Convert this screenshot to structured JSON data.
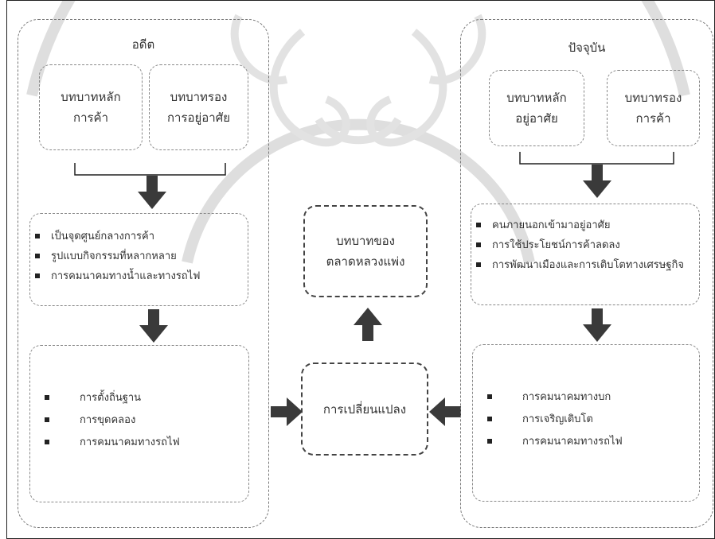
{
  "past": {
    "title": "อดีต",
    "main_role": [
      "บทบาทหลัก",
      "การค้า"
    ],
    "secondary_role": [
      "บทบาทรอง",
      "การอยู่อาศัย"
    ],
    "characteristics": [
      "เป็นจุดศูนย์กลางการค้า",
      "รูปแบบกิจกรรมที่หลากหลาย",
      "การคมนาคมทางน้ำและทางรถไฟ"
    ],
    "factors": [
      "การตั้งถิ่นฐาน",
      "การขุดคลอง",
      "การคมนาคมทางรถไฟ"
    ]
  },
  "present": {
    "title": "ปัจจุบัน",
    "main_role": [
      "บทบาทหลัก",
      "อยู่อาศัย"
    ],
    "secondary_role": [
      "บทบาทรอง",
      "การค้า"
    ],
    "characteristics": [
      "คนภายนอกเข้ามาอยู่อาศัย",
      "การใช้ประโยชน์การค้าลดลง",
      "การพัฒนาเมืองและการเติบโตทางเศรษฐกิจ"
    ],
    "factors": [
      "การคมนาคมทางบก",
      "การเจริญเติบโต",
      "การคมนาคมทางรถไฟ"
    ]
  },
  "center": {
    "role_box": [
      "บทบาทของ",
      "ตลาดหลวงแพ่ง"
    ],
    "change_box": "การเปลี่ยนแปลง"
  },
  "colors": {
    "arrow": "#3a3a3a",
    "watermark": "#d9d9d9"
  }
}
